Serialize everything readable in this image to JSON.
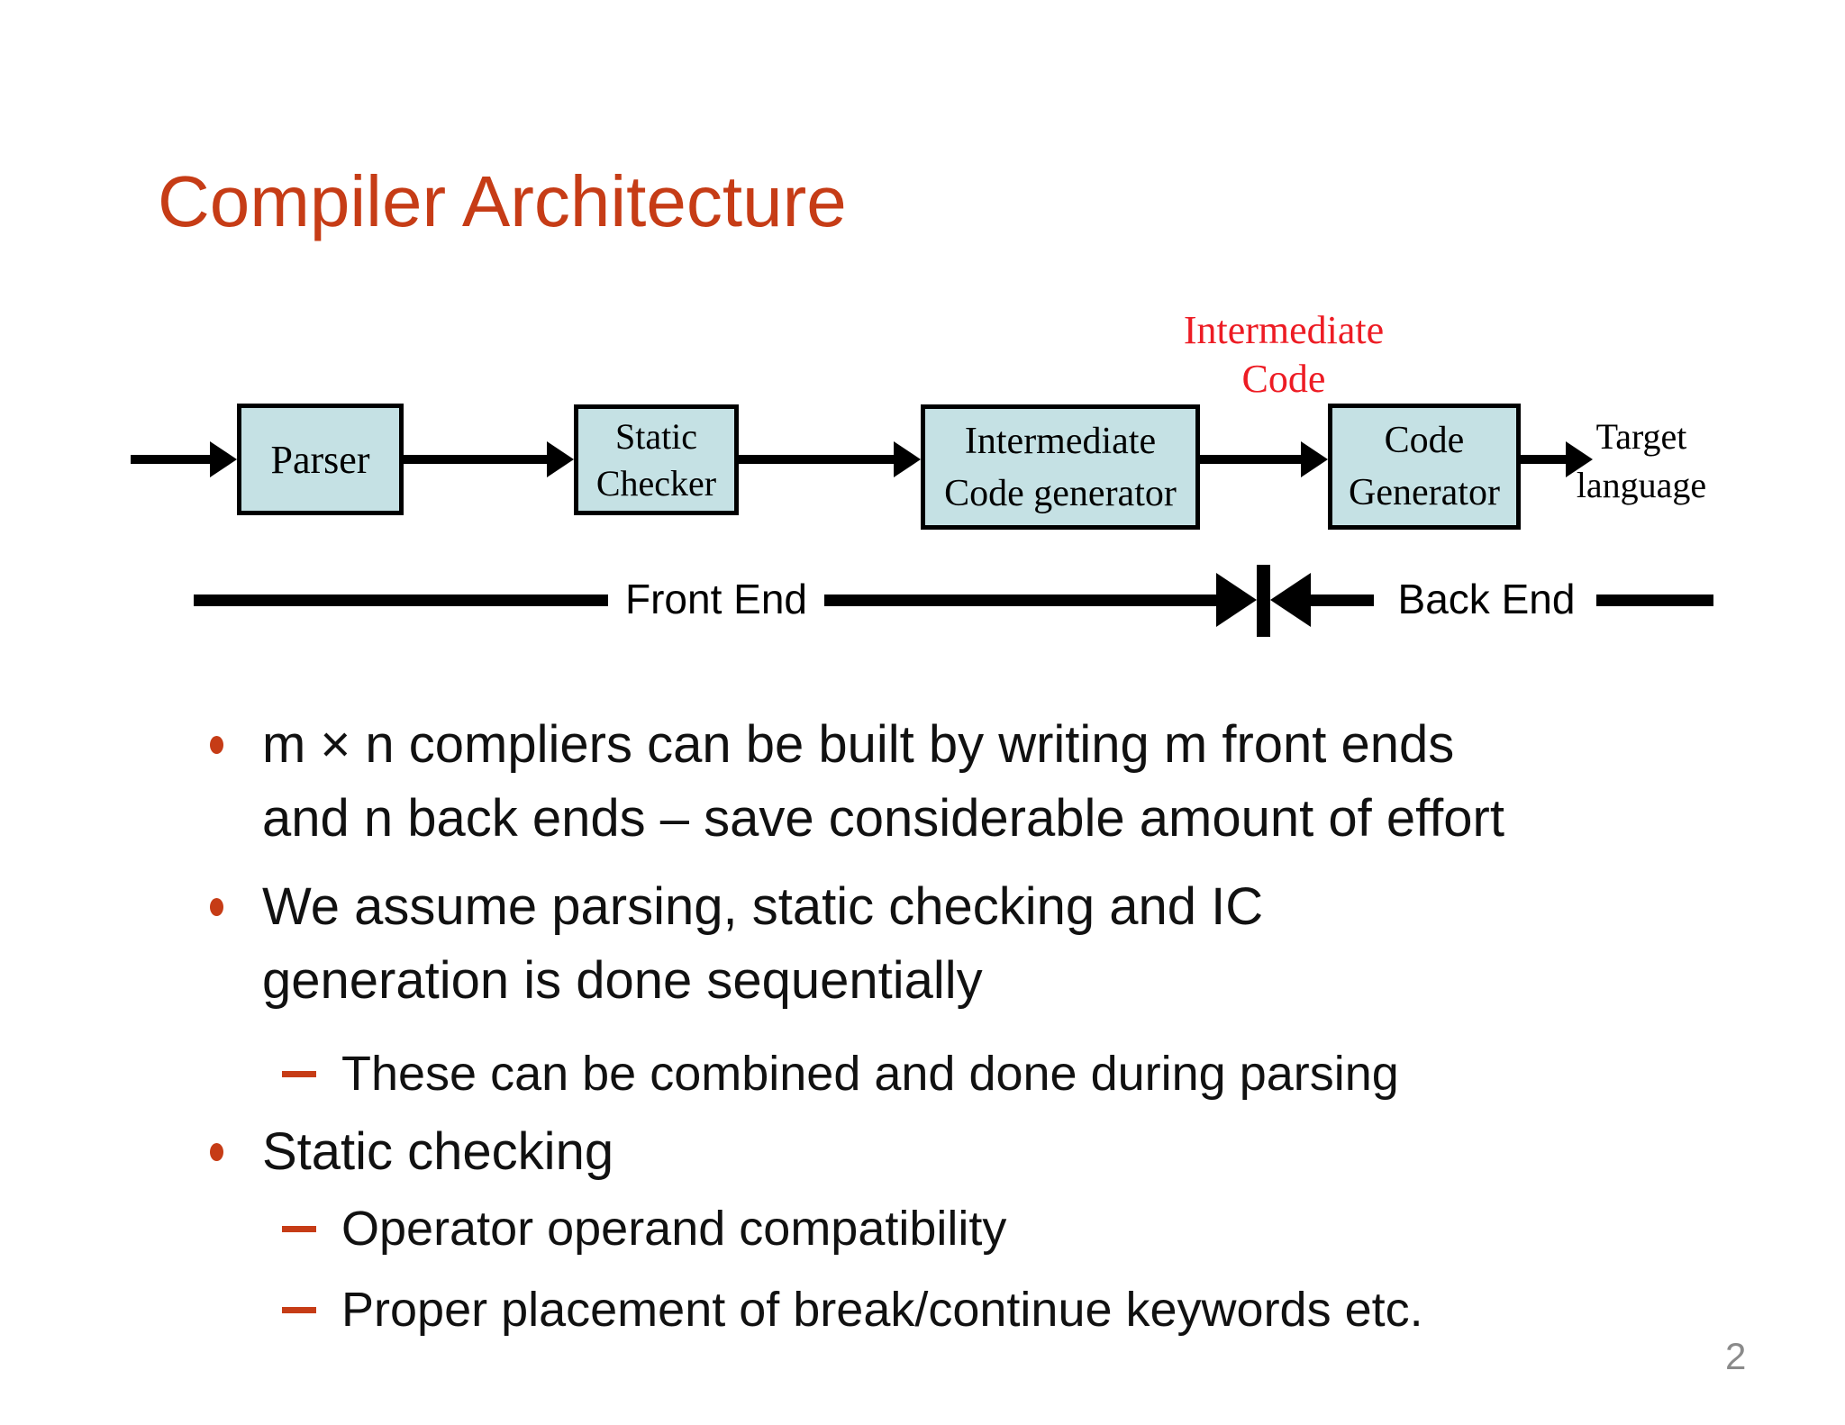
{
  "slide": {
    "title": "Compiler Architecture",
    "page_number": "2"
  },
  "diagram": {
    "intermediate_code_label": {
      "line1": "Intermediate",
      "line2": "Code"
    },
    "boxes": [
      {
        "id": "parser",
        "line1": "Parser"
      },
      {
        "id": "static-checker",
        "line1": "Static",
        "line2": "Checker"
      },
      {
        "id": "intermediate-code-generator",
        "line1": "Intermediate",
        "line2": "Code generator"
      },
      {
        "id": "code-generator",
        "line1": "Code",
        "line2": "Generator"
      }
    ],
    "target_label": {
      "line1": "Target",
      "line2": "language"
    },
    "front_end_label": "Front End",
    "back_end_label": "Back End",
    "colors": {
      "accent_orange_red": "#C63C16",
      "red_label": "#ED1C24",
      "box_fill": "#C5E1E4",
      "box_border": "#000000",
      "body_text": "#111111",
      "page_number_gray": "#8A8A8A"
    }
  },
  "bullets": [
    {
      "level": 1,
      "lines": [
        "m × n compliers can be built by writing m front ends",
        "and n back ends – save considerable amount of effort"
      ]
    },
    {
      "level": 1,
      "lines": [
        "We assume parsing, static checking and IC",
        "generation is done sequentially"
      ]
    },
    {
      "level": 2,
      "lines": [
        "These can be combined and done during parsing"
      ]
    },
    {
      "level": 1,
      "lines": [
        "Static checking"
      ]
    },
    {
      "level": 2,
      "lines": [
        "Operator operand compatibility"
      ]
    },
    {
      "level": 2,
      "lines": [
        "Proper placement of break/continue keywords etc."
      ]
    }
  ]
}
